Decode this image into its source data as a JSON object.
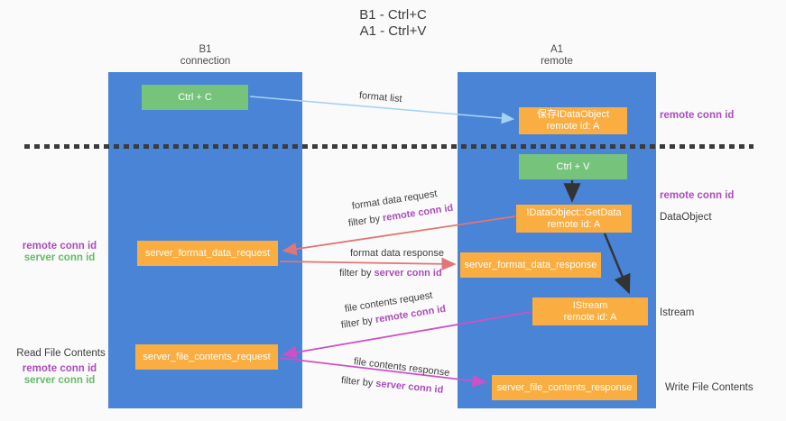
{
  "title": {
    "line1": "B1 - Ctrl+C",
    "line2": "A1 - Ctrl+V"
  },
  "lanes": {
    "left": {
      "title": "B1",
      "subtitle": "connection"
    },
    "right": {
      "title": "A1",
      "subtitle": "remote"
    }
  },
  "nodes": {
    "ctrl_c": {
      "label": "Ctrl + C"
    },
    "ctrl_v": {
      "label": "Ctrl + V"
    },
    "save_idataobject": {
      "line1": "保存IDataObject",
      "line2": "remote id: A"
    },
    "getdata": {
      "line1": "IDataObject::GetData",
      "line2": "remote id: A"
    },
    "istream": {
      "line1": "IStream",
      "line2": "remote id: A"
    },
    "server_format_data_request": {
      "label": "server_format_data_request"
    },
    "server_format_data_response": {
      "label": "server_format_data_response"
    },
    "server_file_contents_request": {
      "label": "server_file_contents_request"
    },
    "server_file_contents_response": {
      "label": "server_file_contents_response"
    }
  },
  "flow_labels": {
    "format_list": "format list",
    "format_data_request": "format data request",
    "format_data_response": "format data response",
    "file_contents_request": "file contents request",
    "file_contents_response": "file contents response",
    "filter_by": "filter by ",
    "remote_conn_id": "remote conn id",
    "server_conn_id": "server conn id"
  },
  "annotations": {
    "remote_conn_id": "remote conn id",
    "server_conn_id": "server conn id",
    "dataobject": "DataObject",
    "istream": "Istream",
    "read_file_contents": "Read File Contents",
    "write_file_contents": "Write File Contents"
  },
  "colors": {
    "lane_blue": "#4a84d6",
    "node_orange": "#faad40",
    "node_green": "#76c47c",
    "arrow_salmon": "#e07676",
    "arrow_magenta": "#cb52c6",
    "arrow_lightblue": "#a6d2f2",
    "arrow_black": "#333333",
    "accent_purple": "#ab4dbc",
    "accent_green": "#66bb6a",
    "divider_dark": "#3b3b3b"
  }
}
